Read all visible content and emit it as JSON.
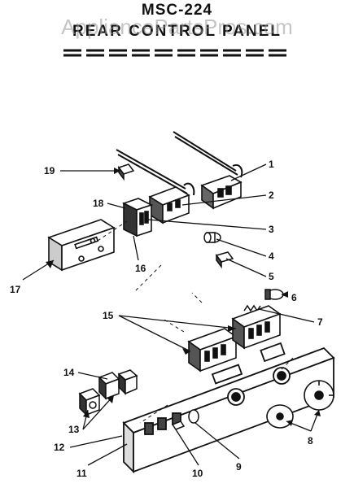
{
  "header": {
    "title": "MSC-224",
    "subtitle": "REAR CONTROL PANEL",
    "watermark": "AppliancePartsPros.com"
  },
  "callouts": [
    "1",
    "2",
    "3",
    "4",
    "5",
    "6",
    "7",
    "8",
    "9",
    "10",
    "11",
    "12",
    "13",
    "14",
    "15",
    "16",
    "17",
    "18",
    "19"
  ],
  "colors": {
    "ink": "#111111",
    "watermark": "#969696"
  }
}
